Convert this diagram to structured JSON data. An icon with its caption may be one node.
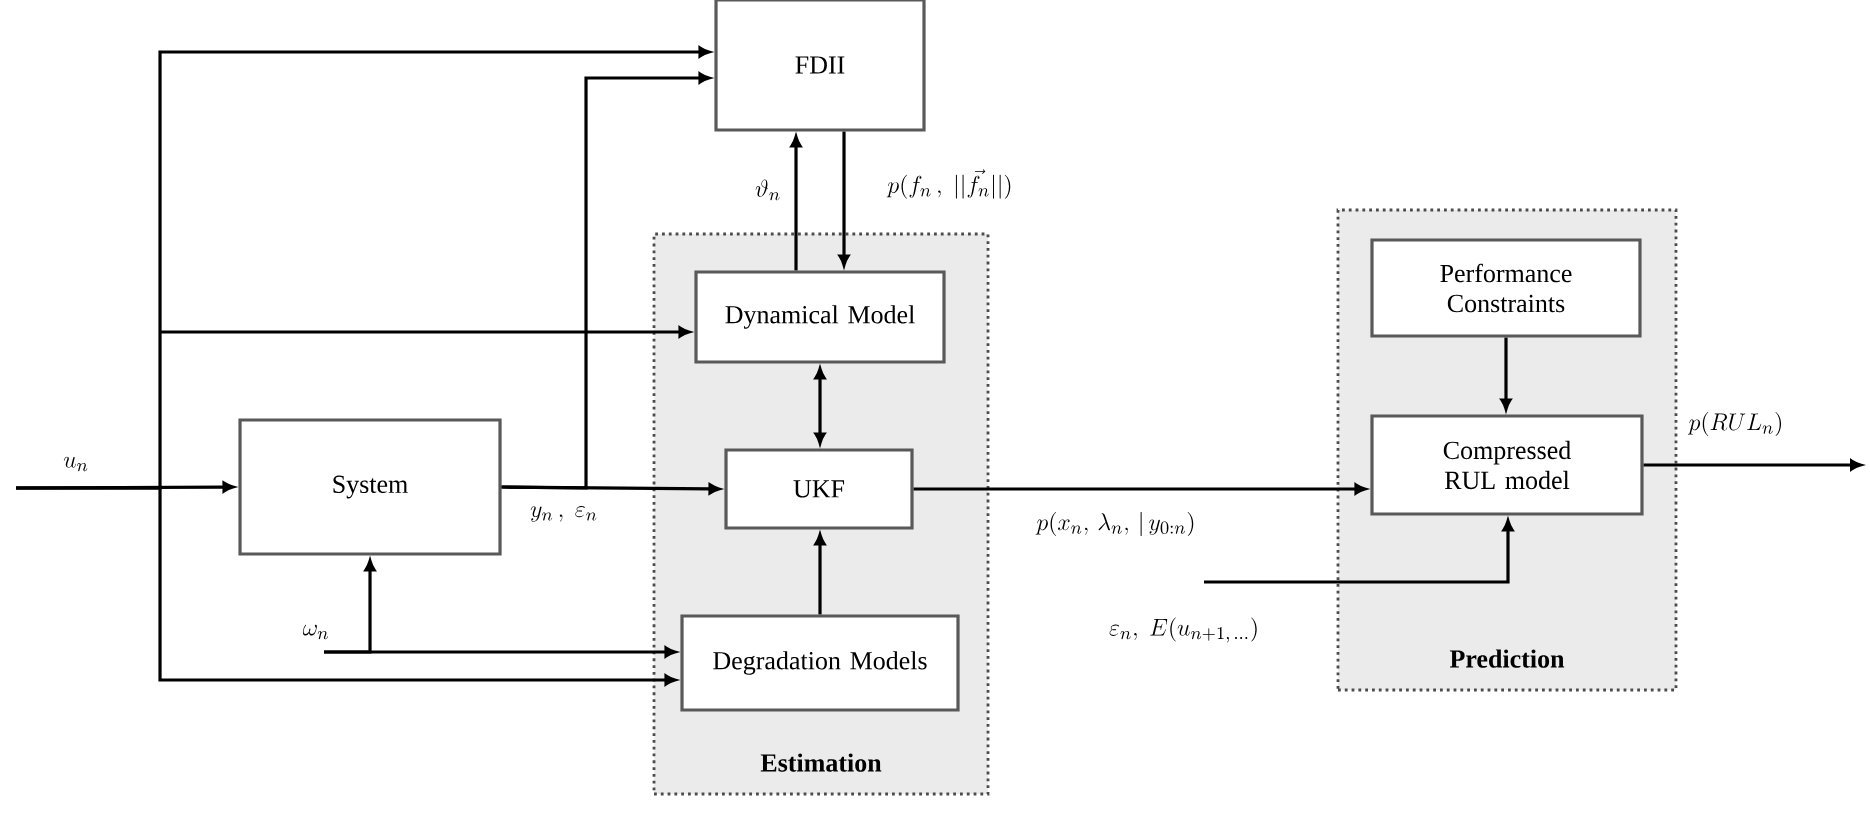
{
  "diagram": {
    "nodes": [
      {
        "text": [
          "FDII"
        ]
      },
      {
        "text": [
          "Estimation"
        ]
      },
      {
        "text": [
          "Dynamical Model"
        ],
        "in": 1
      },
      {
        "text": [
          "UKF"
        ],
        "in": 1
      },
      {
        "text": [
          "Degradation Models"
        ],
        "in": 1
      },
      {
        "text": [
          "Prediction"
        ]
      },
      {
        "text": [
          "Performance Constraints"
        ],
        "in": 5
      },
      {
        "text": [
          "Compressed RUL model"
        ],
        "in": 5
      },
      {
        "text": [
          "System"
        ]
      }
    ],
    "edges": [
      {
        "from": null,
        "to": 8,
        "arrow": "to",
        "label": "u_n"
      },
      {
        "from": null,
        "to": 0,
        "arrow": "to"
      },
      {
        "from": null,
        "to": 2,
        "arrow": "to"
      },
      {
        "from": null,
        "to": 4,
        "arrow": "to"
      },
      {
        "from": 8,
        "to": 3,
        "arrow": "to",
        "label": "y_n\\,,\\ \\varepsilon_n"
      },
      {
        "from": 8,
        "to": 0,
        "arrow": "to"
      },
      {
        "from": null,
        "to": 4,
        "arrow": "to",
        "label": "\\omega_n"
      },
      {
        "from": null,
        "to": 8,
        "arrow": "to"
      },
      {
        "from": 2,
        "to": 0,
        "arrow": "to",
        "label": "\\vartheta_n"
      },
      {
        "from": 0,
        "to": 2,
        "arrow": "to",
        "label": "p(f_n\\,,\\ ||\\vec{f_n}||)"
      },
      {
        "from": 2,
        "to": 3,
        "arrow": "both"
      },
      {
        "from": 4,
        "to": 3,
        "arrow": "to"
      },
      {
        "from": 3,
        "to": 7,
        "arrow": "to",
        "label": "p(x_n,\\,\\lambda_n,\\,|\\,y_{0:n})"
      },
      {
        "from": 6,
        "to": 7,
        "arrow": "to"
      },
      {
        "from": null,
        "to": 7,
        "arrow": "to",
        "label": "\\varepsilon_n,\\ E(u_{n+1,\\,\\ldots})"
      },
      {
        "from": 7,
        "to": null,
        "arrow": "to",
        "label": "p(RUL_n)"
      }
    ]
  }
}
